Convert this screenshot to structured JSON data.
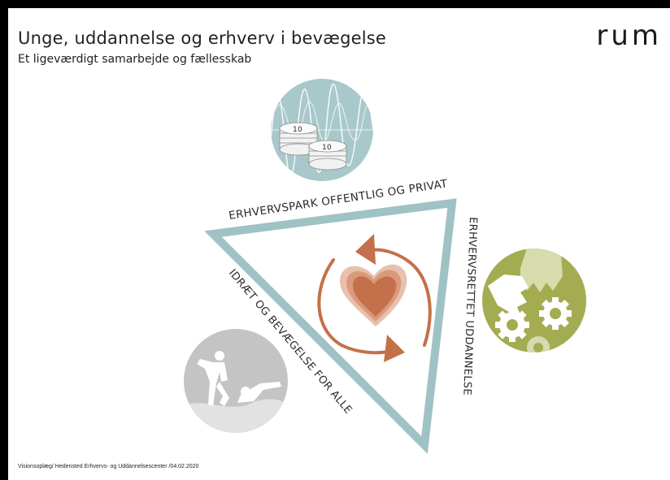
{
  "header": {
    "title": "Unge, uddannelse og erhverv i bevægelse",
    "subtitle": "Et ligeværdigt samarbejde og fællesskab"
  },
  "brand": {
    "logo": "rum"
  },
  "footer": {
    "text": "Visionsoplæg/ Hedensted Erhvervs- og Uddannelsescenter /04.02.2020"
  },
  "diagram": {
    "sides": {
      "top": "ERHVERVSPARK OFFENTLIG OG PRIVAT",
      "right": "ERHVERVSRETTET UDDANNELSE",
      "left": "IDRÆT OG BEVÆGELSE FOR ALLE"
    },
    "coin_label": "10",
    "icons": {
      "top": "coins-icon",
      "right": "hands-gears-icon",
      "left": "sports-icon",
      "center": "heart-cycle-icon"
    },
    "colors": {
      "triangle": "#9fc2c4",
      "top_circle": "#a9c8cb",
      "right_circle": "#a4ac52",
      "left_circle": "#c4c4c4",
      "heart": "#c4704a",
      "arrows": "#c4704a"
    }
  }
}
